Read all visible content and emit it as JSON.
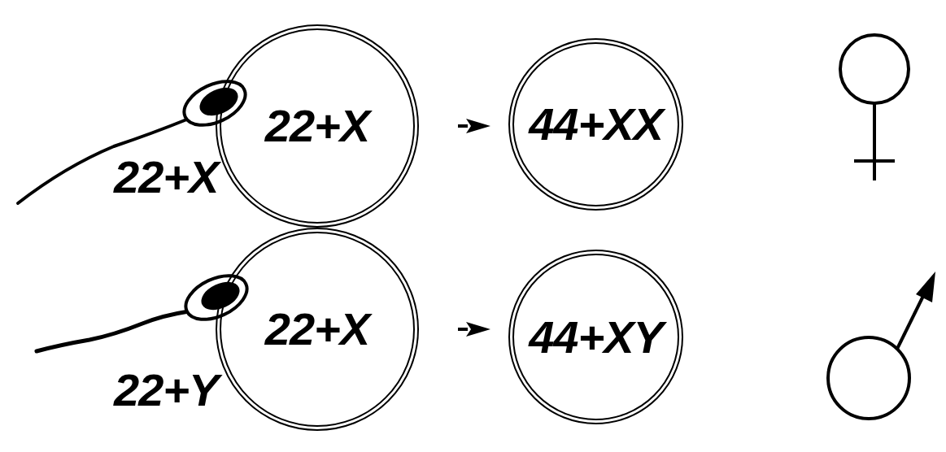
{
  "diagram": {
    "nodes": [
      {
        "text": [
          "22+X"
        ]
      },
      {
        "text": [
          "44+XX"
        ]
      },
      {
        "text": [
          "22+X"
        ]
      },
      {
        "text": [
          "44+XY"
        ]
      }
    ],
    "edges": [
      {
        "from": 0,
        "to": 1,
        "arrow": "to"
      },
      {
        "from": 2,
        "to": 3,
        "arrow": "to"
      }
    ],
    "labels": [
      "22+X",
      "22+Y"
    ]
  }
}
